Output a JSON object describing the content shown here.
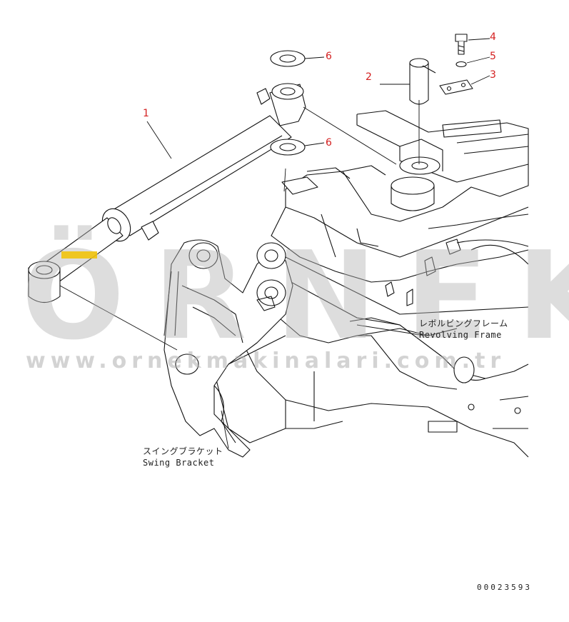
{
  "callouts": [
    {
      "id": "1",
      "label": "1"
    },
    {
      "id": "2",
      "label": "2"
    },
    {
      "id": "3",
      "label": "3"
    },
    {
      "id": "4",
      "label": "4"
    },
    {
      "id": "5",
      "label": "5"
    },
    {
      "id": "6a",
      "label": "6"
    },
    {
      "id": "6b",
      "label": "6"
    }
  ],
  "notes": {
    "revolving_jp": "レボルビングフレーム",
    "revolving_en": "Revolving Frame",
    "swing_jp": "スイングブラケット",
    "swing_en": "Swing Bracket"
  },
  "watermark": {
    "brand": "ÖRNEK",
    "url": "www.ornekmakinalari.com.tr",
    "accent_color": "#f2c200"
  },
  "drawing_number": "00023593",
  "colors": {
    "callout": "#d42020",
    "line": "#111111"
  }
}
